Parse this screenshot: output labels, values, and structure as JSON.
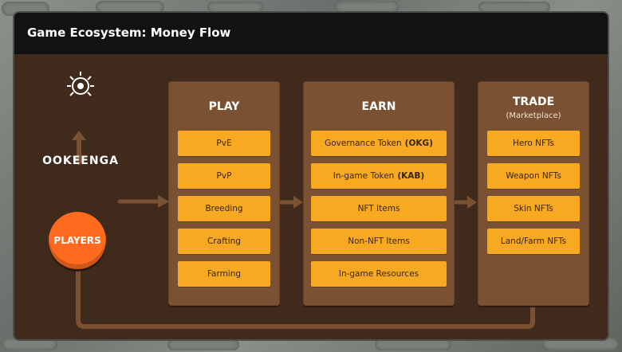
{
  "page": {
    "title": "Game Ecosystem: Money Flow"
  },
  "brand": {
    "logo_text": "OOKEENGA",
    "accent_hex": "#F7A922",
    "players_hex": "#FF6A1F"
  },
  "players": {
    "label": "PLAYERS"
  },
  "columns": {
    "play": {
      "title": "PLAY",
      "items": [
        "PvE",
        "PvP",
        "Breeding",
        "Crafting",
        "Farming"
      ]
    },
    "earn": {
      "title": "EARN",
      "items": [
        {
          "text": "Governance Token",
          "token": "(OKG)"
        },
        {
          "text": "In-game Token",
          "token": "(KAB)"
        },
        {
          "text": "NFT Items",
          "token": ""
        },
        {
          "text": "Non-NFT Items",
          "token": ""
        },
        {
          "text": "In-game Resources",
          "token": ""
        }
      ]
    },
    "trade": {
      "title": "TRADE",
      "subtitle": "(Marketplace)",
      "items": [
        "Hero NFTs",
        "Weapon NFTs",
        "Skin NFTs",
        "Land/Farm NFTs"
      ]
    }
  }
}
